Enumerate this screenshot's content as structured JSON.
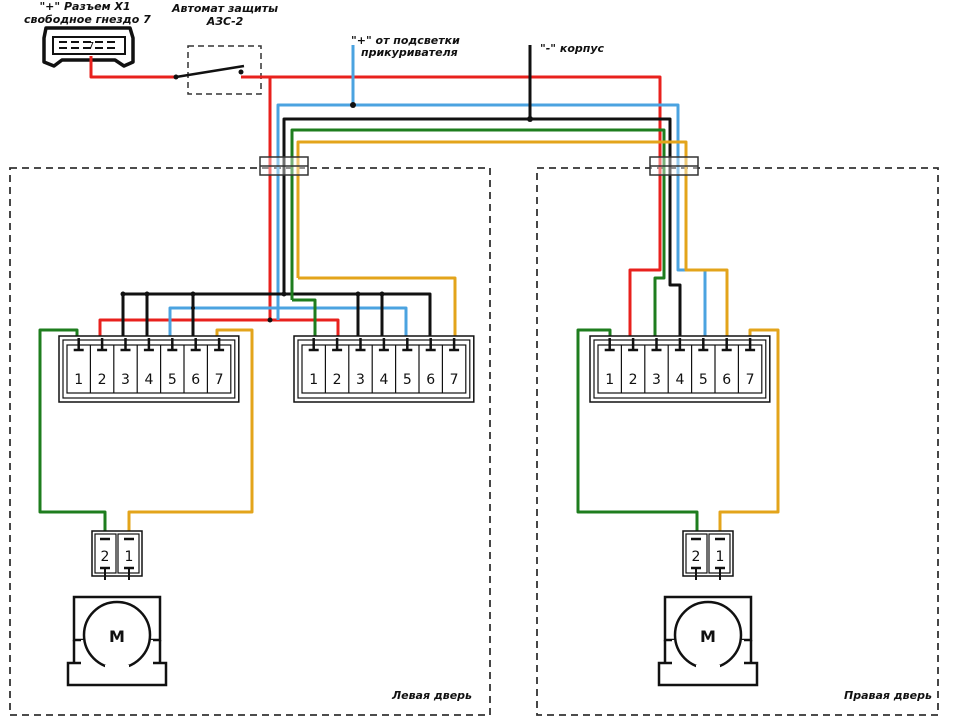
{
  "labels": {
    "x1_line1": "\"+\" Разъем Х1",
    "x1_line2": "свободное гнездо 7",
    "breaker_line1": "Автомат защиты",
    "breaker_line2": "АЗС-2",
    "plus_line1": "\"+\" от подсветки",
    "plus_line2": "прикуривателя",
    "minus": "\"-\" корпус",
    "left_door": "Левая дверь",
    "right_door": "Правая дверь"
  },
  "x1_pin": "7",
  "connector_pins": [
    "1",
    "2",
    "3",
    "4",
    "5",
    "6",
    "7"
  ],
  "motor_pins": [
    "2",
    "1"
  ],
  "motor_symbol": "M",
  "wire_colors": {
    "plus": "#e8211d",
    "illumination": "#4ba3e0",
    "ground": "#111111",
    "green": "#1e7d1e",
    "orange": "#e3a41b"
  }
}
